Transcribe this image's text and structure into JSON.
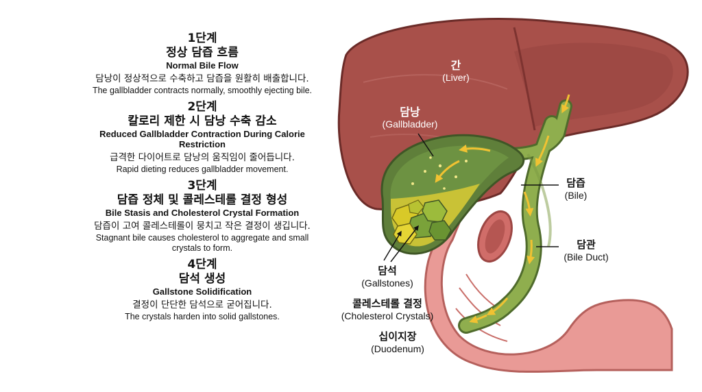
{
  "steps": [
    {
      "num": "1단계",
      "title_ko": "정상 담즙 흐름",
      "title_en": "Normal Bile Flow",
      "desc_ko": "담낭이 정상적으로 수축하고 담즙을 원활히 배출합니다.",
      "desc_en": "The gallbladder contracts normally, smoothly ejecting bile."
    },
    {
      "num": "2단계",
      "title_ko": "칼로리 제한 시 담낭 수축 감소",
      "title_en": "Reduced Gallbladder Contraction During Calorie Restriction",
      "desc_ko": "급격한 다이어트로 담낭의 움직임이 줄어듭니다.",
      "desc_en": "Rapid dieting reduces gallbladder movement."
    },
    {
      "num": "3단계",
      "title_ko": "담즙 정체 및 콜레스테롤 결정 형성",
      "title_en": "Bile Stasis and Cholesterol Crystal Formation",
      "desc_ko": "담즙이 고여 콜레스테롤이 뭉치고 작은 결정이 생깁니다.",
      "desc_en": "Stagnant bile causes cholesterol to aggregate and small crystals to form."
    },
    {
      "num": "4단계",
      "title_ko": "담석 생성",
      "title_en": "Gallstone Solidification",
      "desc_ko": "결정이 단단한 담석으로 굳어집니다.",
      "desc_en": "The crystals harden into solid gallstones."
    }
  ],
  "labels": {
    "liver": {
      "ko": "간",
      "en": "(Liver)"
    },
    "gallbladder": {
      "ko": "담낭",
      "en": "(Gallbladder)"
    },
    "bile": {
      "ko": "담즙",
      "en": "(Bile)"
    },
    "bile_duct": {
      "ko": "담관",
      "en": "(Bile Duct)"
    },
    "gallstones": {
      "ko": "담석",
      "en": "(Gallstones)"
    },
    "crystals": {
      "ko": "콜레스테롤 결정",
      "en": "(Cholesterol Crystals)"
    },
    "duodenum": {
      "ko": "십이지장",
      "en": "(Duodenum)"
    }
  },
  "colors": {
    "liver": "#a8504a",
    "liver_dark": "#7d3330",
    "gallbladder_wall": "#5f7f3a",
    "bile": "#c9c236",
    "duct": "#8fae4e",
    "duodenum": "#e99a96",
    "arrow": "#f1c232"
  }
}
